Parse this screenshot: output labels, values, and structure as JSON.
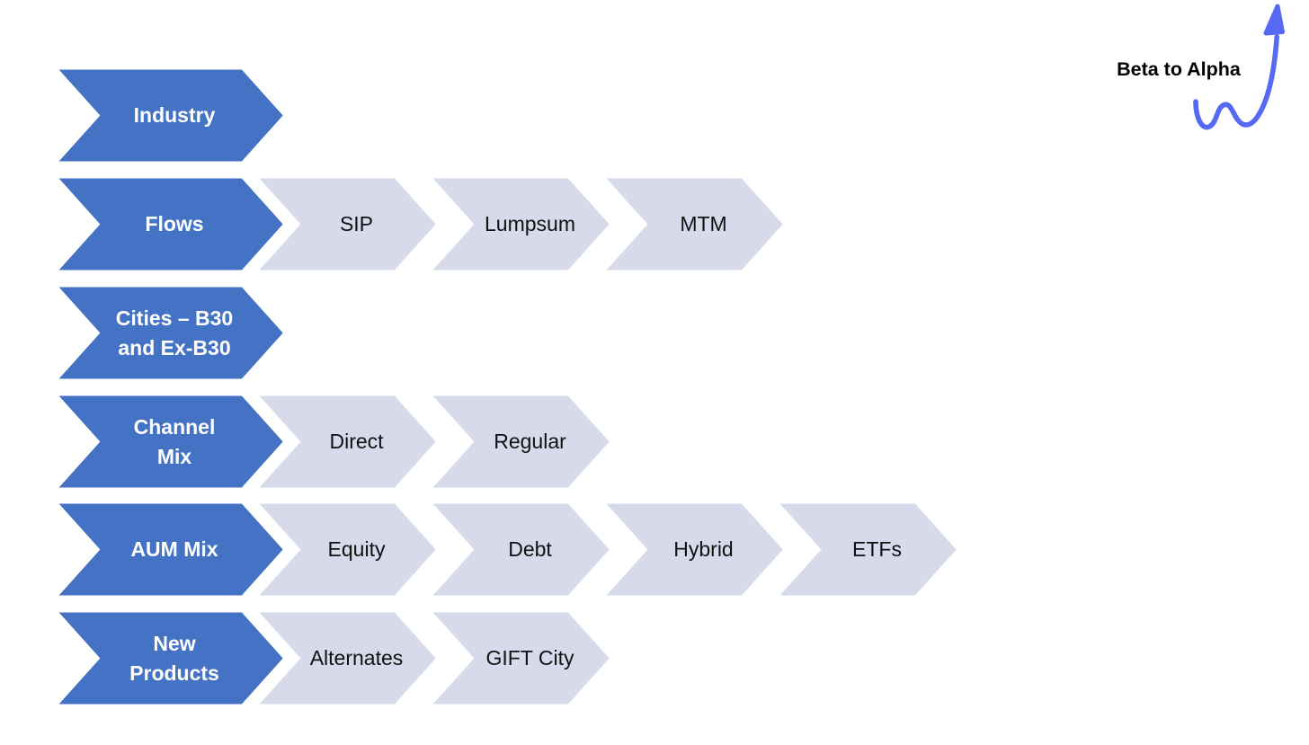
{
  "colors": {
    "primary_fill": "#4472C4",
    "secondary_fill": "#D6DAEB",
    "primary_text": "#FFFFFF",
    "secondary_text": "#111111",
    "outline": "#FFFFFF",
    "annotation_arrow": "#5669F2",
    "background": "#FFFFFF"
  },
  "annotation": {
    "label": "Beta to Alpha"
  },
  "diagram": {
    "type": "chevron-process",
    "rows": [
      {
        "name": "industry",
        "lines": [
          "Industry"
        ],
        "items": []
      },
      {
        "name": "flows",
        "lines": [
          "Flows"
        ],
        "items": [
          "SIP",
          "Lumpsum",
          "MTM"
        ]
      },
      {
        "name": "cities",
        "lines": [
          "Cities – B30",
          "and Ex-B30"
        ],
        "items": []
      },
      {
        "name": "channel-mix",
        "lines": [
          "Channel",
          "Mix"
        ],
        "items": [
          "Direct",
          "Regular"
        ]
      },
      {
        "name": "aum-mix",
        "lines": [
          "AUM Mix"
        ],
        "items": [
          "Equity",
          "Debt",
          "Hybrid",
          "ETFs"
        ]
      },
      {
        "name": "new-products",
        "lines": [
          "New",
          "Products"
        ],
        "items": [
          "Alternates",
          "GIFT City"
        ]
      }
    ]
  }
}
